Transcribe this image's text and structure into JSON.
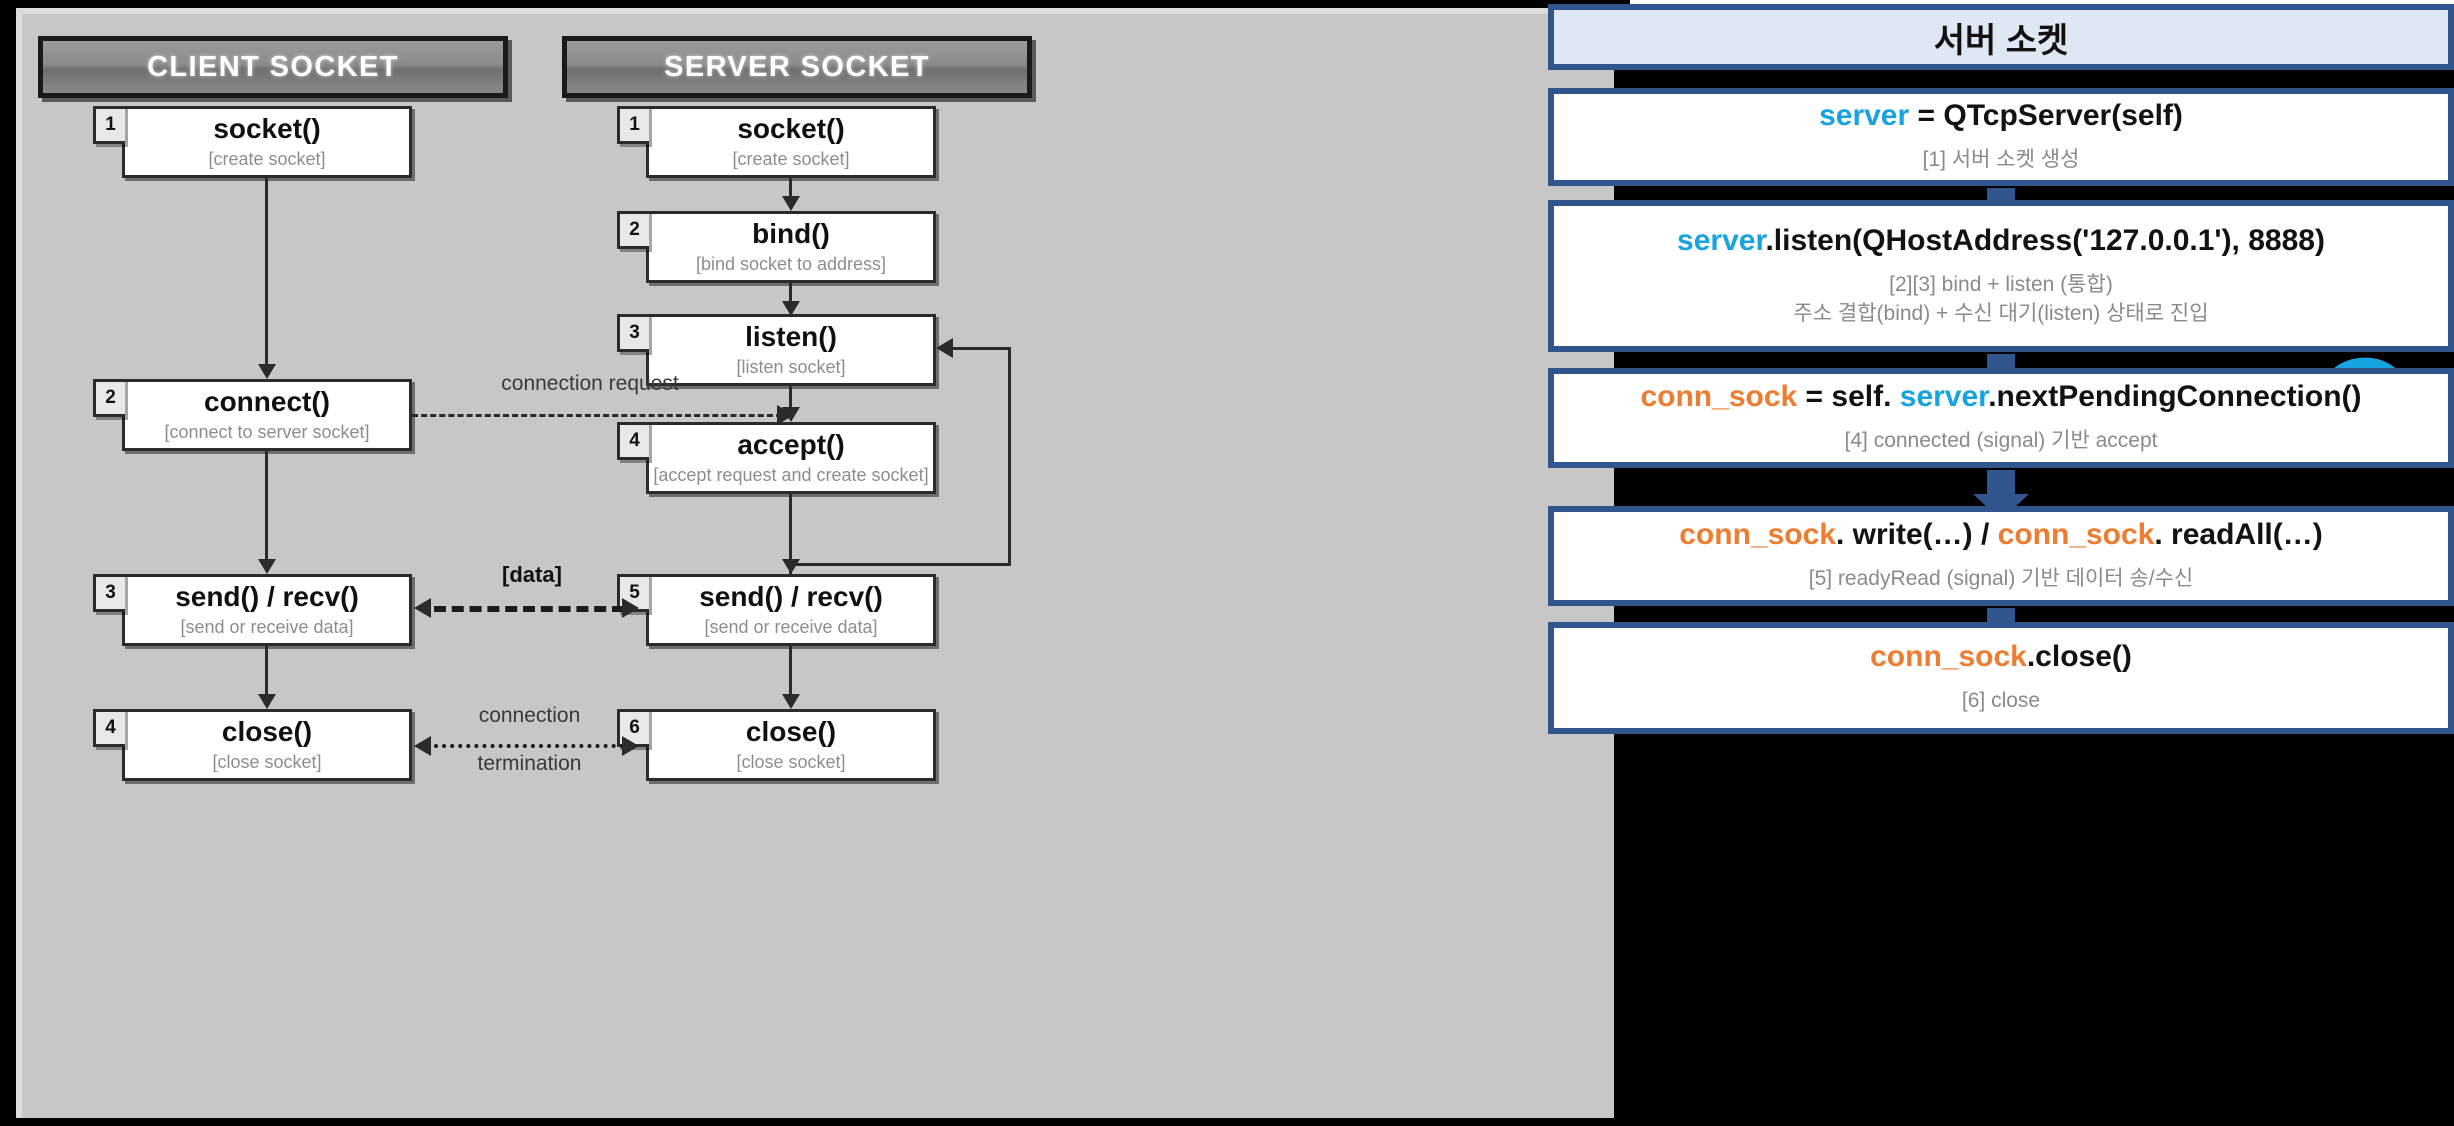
{
  "diagram": {
    "columns": [
      {
        "header": "CLIENT SOCKET"
      },
      {
        "header": "SERVER SOCKET"
      }
    ],
    "client_steps": [
      {
        "num": "1",
        "title": "socket()",
        "sub": "[create socket]"
      },
      {
        "num": "2",
        "title": "connect()",
        "sub": "[connect to server socket]"
      },
      {
        "num": "3",
        "title": "send() / recv()",
        "sub": "[send or receive data]"
      },
      {
        "num": "4",
        "title": "close()",
        "sub": "[close socket]"
      }
    ],
    "server_steps": [
      {
        "num": "1",
        "title": "socket()",
        "sub": "[create socket]"
      },
      {
        "num": "2",
        "title": "bind()",
        "sub": "[bind socket to address]"
      },
      {
        "num": "3",
        "title": "listen()",
        "sub": "[listen socket]"
      },
      {
        "num": "4",
        "title": "accept()",
        "sub": "[accept request and create socket]"
      },
      {
        "num": "5",
        "title": "send() / recv()",
        "sub": "[send or receive data]"
      },
      {
        "num": "6",
        "title": "close()",
        "sub": "[close socket]"
      }
    ],
    "edges": {
      "connection_request": "connection request",
      "data": "[data]",
      "connection_termination_line1": "connection",
      "connection_termination_line2": "termination"
    }
  },
  "panel": {
    "title": "서버 소켓",
    "steps": [
      {
        "code_parts": [
          {
            "t": "server",
            "c": "cy"
          },
          {
            "t": " = QTcpServer(self)",
            "c": ""
          }
        ],
        "note": "[1] 서버 소켓 생성"
      },
      {
        "code_parts": [
          {
            "t": "server",
            "c": "cy"
          },
          {
            "t": ".listen(QHostAddress('127.0.0.1'), 8888)",
            "c": ""
          }
        ],
        "note": "[2][3] bind + listen (통합)\n주소 결합(bind) + 수신 대기(listen) 상태로 진입"
      },
      {
        "code_parts": [
          {
            "t": "conn_sock",
            "c": "or"
          },
          {
            "t": " = self. ",
            "c": ""
          },
          {
            "t": "server",
            "c": "cy"
          },
          {
            "t": ".nextPendingConnection()",
            "c": ""
          }
        ],
        "note": "[4] connected (signal) 기반 accept"
      },
      {
        "code_parts": [
          {
            "t": "conn_sock",
            "c": "or"
          },
          {
            "t": ". write(…) / ",
            "c": ""
          },
          {
            "t": "conn_sock",
            "c": "or"
          },
          {
            "t": ". readAll(…)",
            "c": ""
          }
        ],
        "note": "[5] readyRead (signal) 기반 데이터 송/수신"
      },
      {
        "code_parts": [
          {
            "t": "conn_sock",
            "c": "or"
          },
          {
            "t": ".close()",
            "c": ""
          }
        ],
        "note": "[6] close"
      }
    ]
  },
  "colors": {
    "panel_border": "#31558f",
    "panel_title_bg": "#dee7f3",
    "accent_cyan": "#17a3e0",
    "accent_orange": "#ed7d31",
    "diagram_bg": "#c7c7c7",
    "header_text": "#ffffff"
  }
}
